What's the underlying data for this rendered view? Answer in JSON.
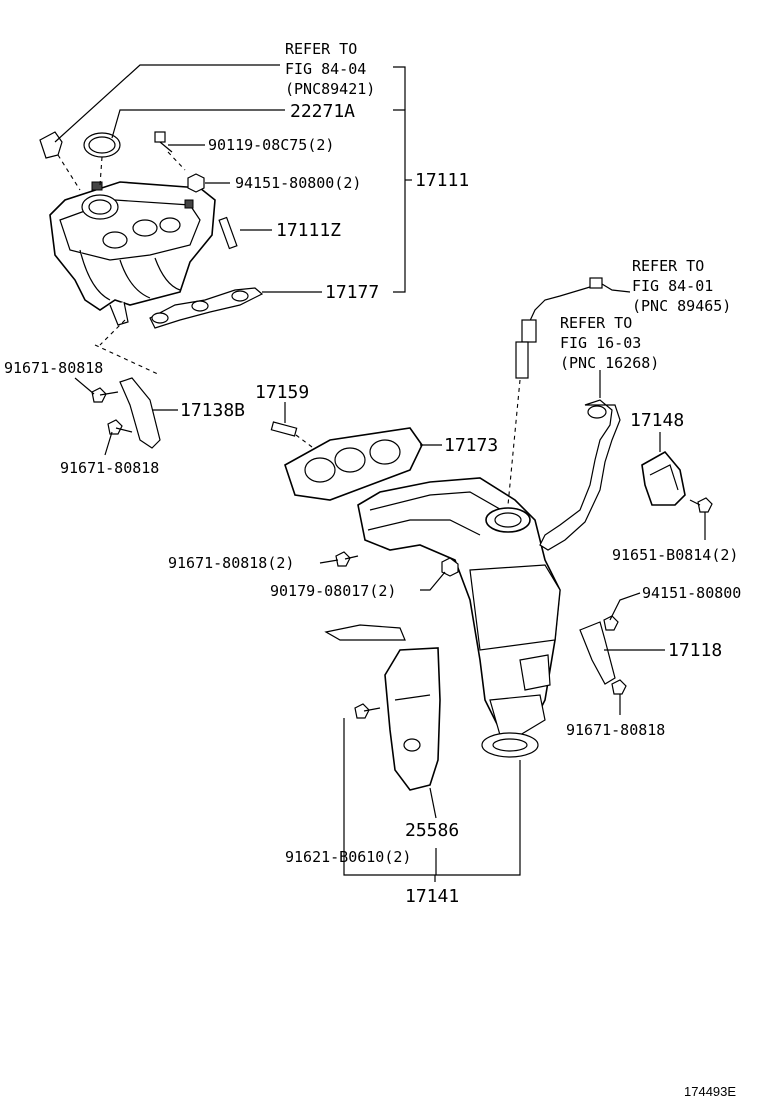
{
  "labels": {
    "refer_84_04_l1": "REFER TO",
    "refer_84_04_l2": "FIG 84-04",
    "refer_84_04_l3": "(PNC89421)",
    "p22271a": "22271A",
    "p90119": "90119-08C75(2)",
    "p94151_2": "94151-80800(2)",
    "p17111": "17111",
    "p17111z": "17111Z",
    "p17177": "17177",
    "refer_84_01_l1": "REFER TO",
    "refer_84_01_l2": "FIG 84-01",
    "refer_84_01_l3": "(PNC 89465)",
    "refer_16_03_l1": "REFER TO",
    "refer_16_03_l2": "FIG 16-03",
    "refer_16_03_l3": "(PNC 16268)",
    "p91671_a": "91671-80818",
    "p17138b": "17138B",
    "p91671_b": "91671-80818",
    "p17159": "17159",
    "p17173": "17173",
    "p17148": "17148",
    "p91651": "91651-B0814(2)",
    "p91671_2": "91671-80818(2)",
    "p90179": "90179-08017(2)",
    "p94151": "94151-80800",
    "p17118": "17118",
    "p91671_c": "91671-80818",
    "p25586": "25586",
    "p91621": "91621-B0610(2)",
    "p17141": "17141",
    "drawing_number": "174493E"
  }
}
